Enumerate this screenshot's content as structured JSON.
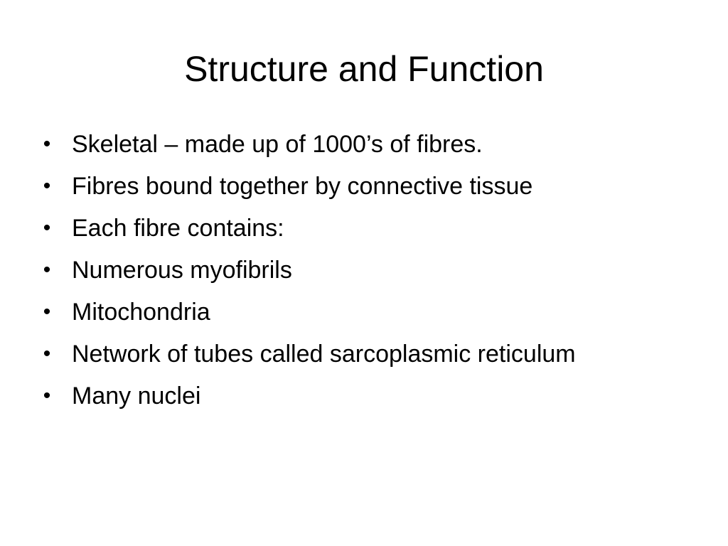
{
  "slide": {
    "title": "Structure and Function",
    "bullet_symbol": "•",
    "bullets": [
      "Skeletal – made up of 1000’s of fibres.",
      "Fibres bound together by connective tissue",
      "Each fibre contains:",
      "Numerous myofibrils",
      "Mitochondria",
      "Network of tubes called sarcoplasmic reticulum",
      "Many nuclei"
    ]
  },
  "colors": {
    "background": "#ffffff",
    "text": "#000000"
  }
}
